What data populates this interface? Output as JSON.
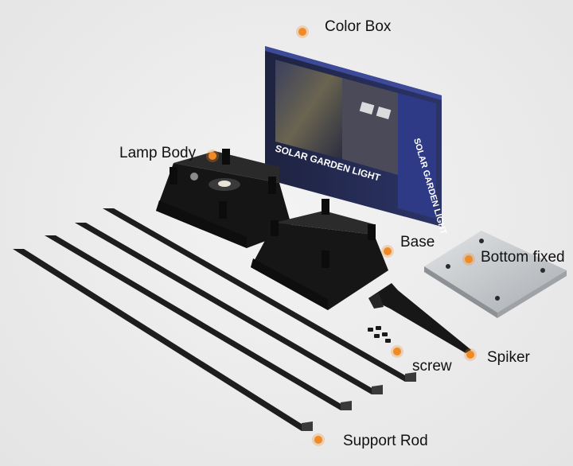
{
  "labels": {
    "color_box": "Color Box",
    "lamp_body": "Lamp Body",
    "base": "Base",
    "bottom_fixed": "Bottom fixed",
    "spiker": "Spiker",
    "screw": "screw",
    "support_rod": "Support Rod"
  },
  "box_text": "SOLAR GARDEN LIGHT",
  "colors": {
    "marker": "#f08a24",
    "box_blue": "#27306b",
    "parts_black": "#1d1d1d",
    "plate_silver": "#c9cbcd"
  }
}
